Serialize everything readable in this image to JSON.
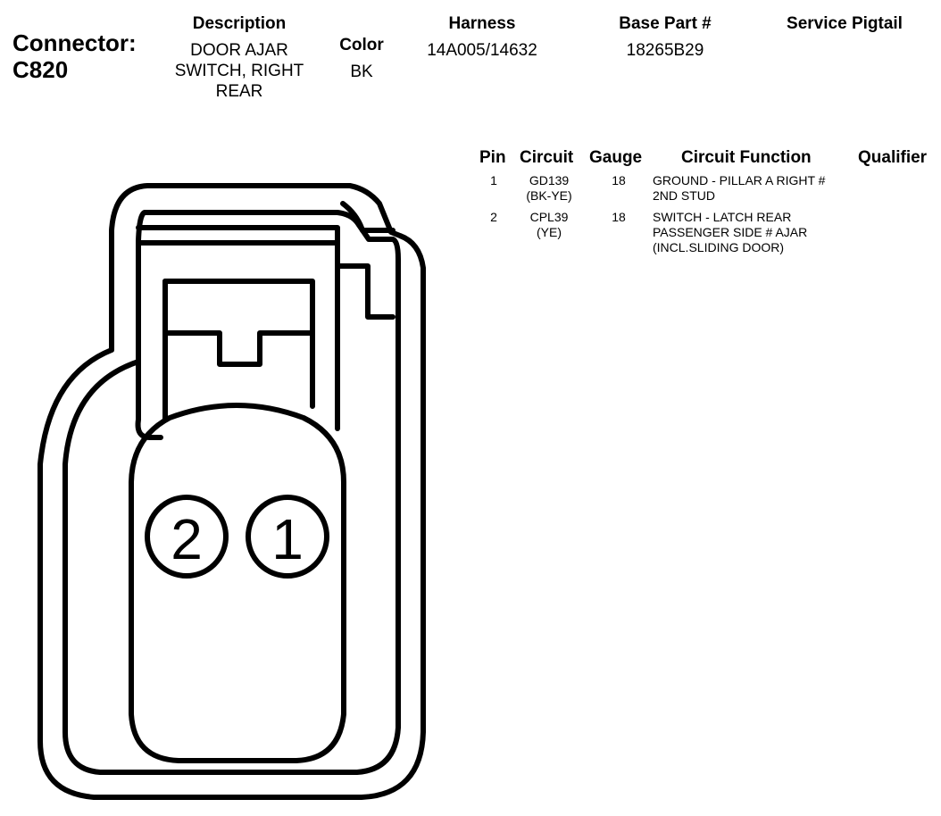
{
  "connector": {
    "label": "Connector:",
    "id": "C820"
  },
  "header": {
    "description_label": "Description",
    "description_lines": [
      "DOOR AJAR",
      "SWITCH, RIGHT",
      "REAR"
    ],
    "color_label": "Color",
    "color_value": "BK",
    "harness_label": "Harness",
    "harness_value": "14A005/14632",
    "base_part_label": "Base Part #",
    "base_part_value": "18265B29",
    "service_pigtail_label": "Service Pigtail",
    "service_pigtail_value": ""
  },
  "pin_table": {
    "columns": [
      "Pin",
      "Circuit",
      "Gauge",
      "Circuit Function",
      "Qualifier"
    ],
    "rows": [
      {
        "pin": "1",
        "circuit": "GD139",
        "circuit_color": "(BK-YE)",
        "gauge": "18",
        "function_lines": [
          "GROUND - PILLAR A RIGHT #",
          "2ND STUD"
        ],
        "qualifier": ""
      },
      {
        "pin": "2",
        "circuit": "CPL39",
        "circuit_color": "(YE)",
        "gauge": "18",
        "function_lines": [
          "SWITCH - LATCH REAR",
          "PASSENGER SIDE # AJAR",
          "(INCL.SLIDING DOOR)"
        ],
        "qualifier": ""
      }
    ]
  },
  "diagram": {
    "pin_labels": [
      "2",
      "1"
    ]
  }
}
